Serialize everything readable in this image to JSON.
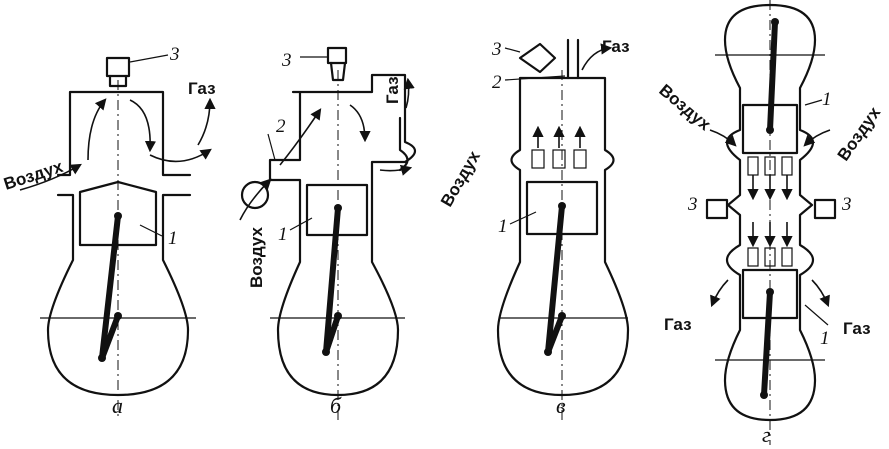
{
  "labels": {
    "num1": "1",
    "num2": "2",
    "num3": "3",
    "air": "Воздух",
    "gas": "Газ"
  },
  "captions": [
    "а",
    "б",
    "в",
    "г"
  ]
}
